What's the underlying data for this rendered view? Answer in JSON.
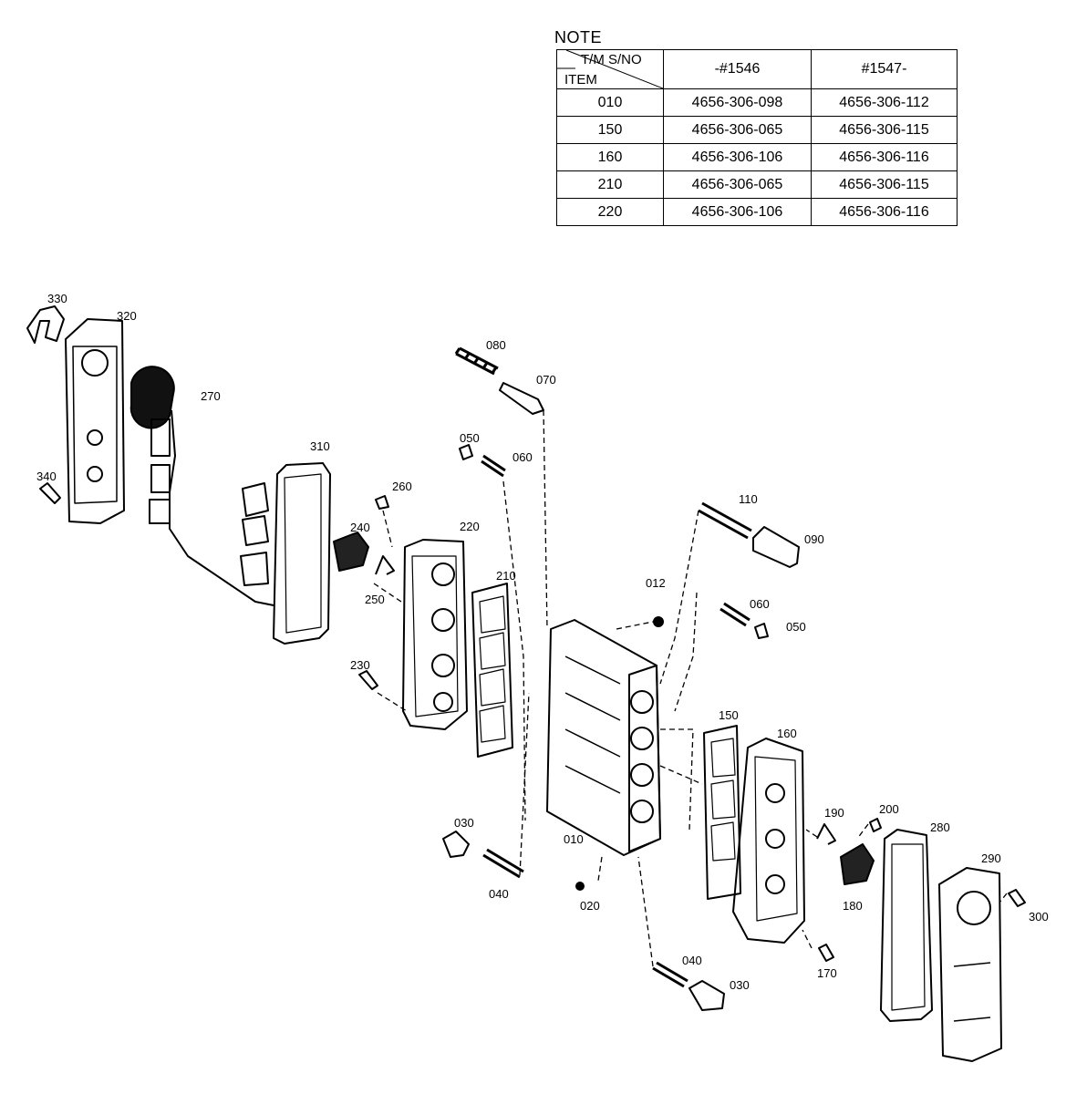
{
  "note": {
    "title": "NOTE",
    "header_top": "T/M S/NO",
    "header_bottom": "ITEM",
    "columns": [
      "-#1546",
      "#1547-"
    ],
    "rows": [
      {
        "item": "010",
        "a": "4656-306-098",
        "b": "4656-306-112"
      },
      {
        "item": "150",
        "a": "4656-306-065",
        "b": "4656-306-115"
      },
      {
        "item": "160",
        "a": "4656-306-106",
        "b": "4656-306-116"
      },
      {
        "item": "210",
        "a": "4656-306-065",
        "b": "4656-306-115"
      },
      {
        "item": "220",
        "a": "4656-306-106",
        "b": "4656-306-116"
      }
    ]
  },
  "callouts": {
    "c330": "330",
    "c320": "320",
    "c270": "270",
    "c340": "340",
    "c310": "310",
    "c080": "080",
    "c070": "070",
    "c050a": "050",
    "c060a": "060",
    "c260": "260",
    "c240": "240",
    "c220": "220",
    "c250": "250",
    "c210": "210",
    "c230": "230",
    "c110": "110",
    "c090": "090",
    "c012": "012",
    "c060b": "060",
    "c050b": "050",
    "c150": "150",
    "c160": "160",
    "c190": "190",
    "c200": "200",
    "c280": "280",
    "c290": "290",
    "c300": "300",
    "c030a": "030",
    "c040a": "040",
    "c010": "010",
    "c020": "020",
    "c180": "180",
    "c170": "170",
    "c040b": "040",
    "c030b": "030"
  }
}
